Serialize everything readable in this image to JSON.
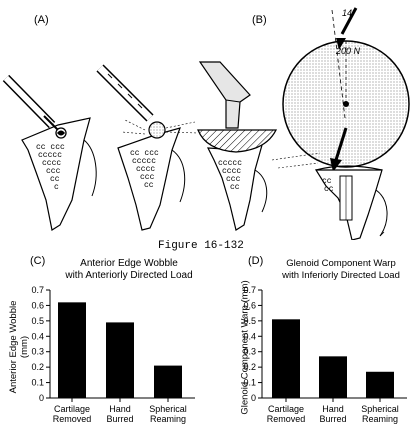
{
  "figure": {
    "panel_a_label": "(A)",
    "panel_b_label": "(B)",
    "panel_c_label": "(C)",
    "panel_d_label": "(D)",
    "caption": "Figure 16-132",
    "angle_annotation": "14°",
    "force_annotation": "200 N",
    "cartilage_glyph_rows": [
      "cc ccc",
      "ccccc",
      "cccc",
      "ccc",
      "cc",
      "c"
    ]
  },
  "chart_data": [
    {
      "type": "bar",
      "title": "Anterior Edge Wobble\nwith Anteriorly Directed Load",
      "title_lines": [
        "Anterior Edge Wobble",
        "with Anteriorly Directed Load"
      ],
      "ylabel": "Anterior Edge Wobble\n(mm)",
      "ylabel_lines": [
        "Anterior Edge Wobble",
        "(mm)"
      ],
      "categories": [
        "Cartilage Removed",
        "Hand Burred",
        "Spherical Reaming"
      ],
      "category_lines": [
        [
          "Cartilage",
          "Removed"
        ],
        [
          "Hand",
          "Burred"
        ],
        [
          "Spherical",
          "Reaming"
        ]
      ],
      "values": [
        0.62,
        0.49,
        0.21
      ],
      "ylim": [
        0,
        0.7
      ],
      "yticks": [
        "0",
        "0.1",
        "0.2",
        "0.3",
        "0.4",
        "0.5",
        "0.6",
        "0.7"
      ],
      "grid": false
    },
    {
      "type": "bar",
      "title": "Glenoid Component Warp\nwith Inferiorly Directed Load",
      "title_lines": [
        "Glenoid Component Warp",
        "with Inferiorly Directed Load"
      ],
      "ylabel": "Glenoid Component Warp (mm)",
      "ylabel_lines": [
        "Glenoid Component Warp (mm)"
      ],
      "categories": [
        "Cartilage Removed",
        "Hand Burred",
        "Spherical Reaming"
      ],
      "category_lines": [
        [
          "Cartilage",
          "Removed"
        ],
        [
          "Hand",
          "Burred"
        ],
        [
          "Spherical",
          "Reaming"
        ]
      ],
      "values": [
        0.51,
        0.27,
        0.17
      ],
      "ylim": [
        0,
        0.7
      ],
      "yticks": [
        "0",
        "0.1",
        "0.2",
        "0.3",
        "0.4",
        "0.5",
        "0.6",
        "0.7"
      ],
      "grid": false
    }
  ]
}
